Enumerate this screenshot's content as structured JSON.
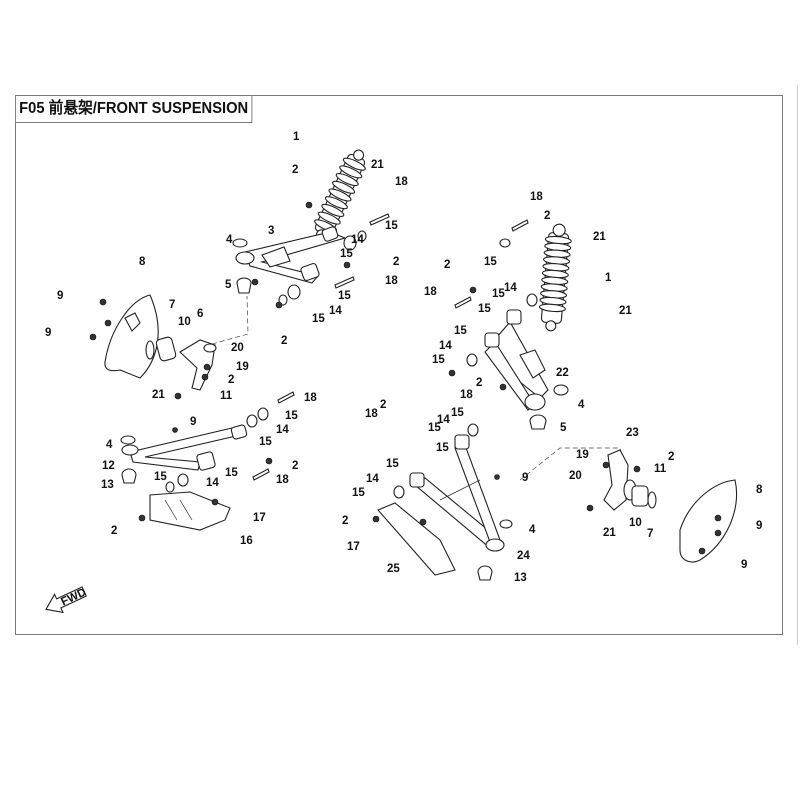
{
  "title": "F05 前悬架/FRONT SUSPENSION",
  "fwd_label": "FWD",
  "callouts": [
    "1",
    "2",
    "21",
    "18",
    "15",
    "14",
    "3",
    "4",
    "15",
    "2",
    "18",
    "5",
    "15",
    "14",
    "15",
    "2",
    "8",
    "9",
    "9",
    "7",
    "10",
    "6",
    "20",
    "19",
    "2",
    "11",
    "21",
    "18",
    "15",
    "9",
    "14",
    "4",
    "15",
    "2",
    "12",
    "15",
    "13",
    "18",
    "15",
    "14",
    "17",
    "2",
    "16",
    "18",
    "2",
    "21",
    "15",
    "2",
    "1",
    "18",
    "15",
    "14",
    "15",
    "21",
    "15",
    "14",
    "15",
    "2",
    "22",
    "4",
    "18",
    "15",
    "14",
    "2",
    "18",
    "15",
    "5",
    "15",
    "23",
    "19",
    "2",
    "11",
    "20",
    "9",
    "14",
    "15",
    "8",
    "2",
    "9",
    "4",
    "21",
    "10",
    "7",
    "17",
    "24",
    "25",
    "9",
    "13",
    "15"
  ]
}
